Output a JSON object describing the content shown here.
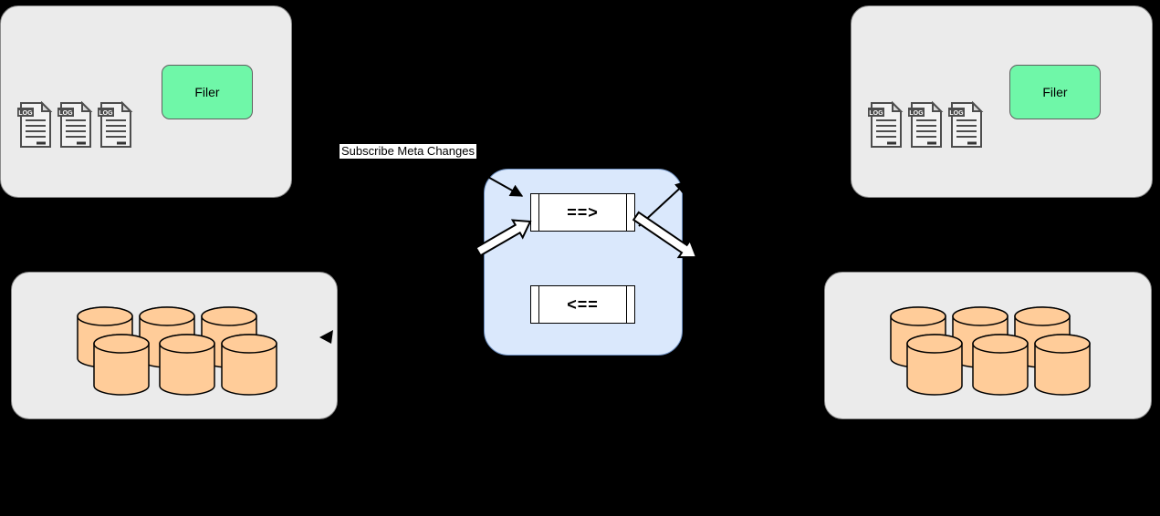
{
  "diagram": {
    "label_subscribe": "Subscribe Meta Changes",
    "cluster_left": {
      "filer_label": "Filer",
      "log_label": "LOG",
      "log_file_count": 3
    },
    "cluster_right": {
      "filer_label": "Filer",
      "log_label": "LOG",
      "log_file_count": 3
    },
    "queue_box": {
      "outbound_symbol": "==>",
      "inbound_symbol": "<=="
    },
    "storage_left": {
      "cylinder_count": 6
    },
    "storage_right": {
      "cylinder_count": 6
    },
    "colors": {
      "background": "#000000",
      "cluster_fill": "#ebebeb",
      "cluster_border": "#8a8a8a",
      "filer_fill": "#6ff7a8",
      "queue_panel_fill": "#dae8fc",
      "queue_panel_border": "#6c8ebf",
      "queue_fill": "#ffffff",
      "cylinder_fill": "#ffcc99",
      "arrow": "#000000",
      "label_bg": "#ffffff"
    }
  }
}
